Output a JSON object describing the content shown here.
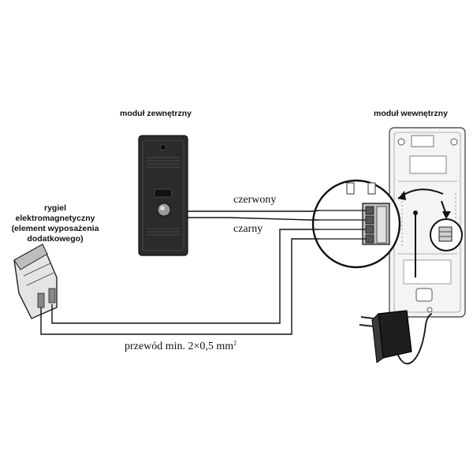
{
  "labels": {
    "outdoor_module": "moduł zewnętrzny",
    "indoor_module": "moduł wewnętrzny",
    "lock_line1": "rygiel",
    "lock_line2": "elektromagnetyczny",
    "lock_line3": "(element wyposażenia",
    "lock_line4": "dodatkowego)",
    "wire_red": "czerwony",
    "wire_black": "czarny",
    "cable_main": "przewód min. 2×0,5 mm",
    "cable_exp": "2"
  },
  "colors": {
    "ink": "#111111",
    "panel_dark": "#2b2b2b",
    "panel_body": "#f2f2f2",
    "paper": "#ffffff"
  },
  "icons": {
    "outdoor_panel": "intercom-outdoor-panel-icon",
    "indoor_unit": "intercom-handset-base-icon",
    "lock": "electromagnetic-lock-icon",
    "adapter": "power-adapter-icon",
    "terminal": "terminal-block-icon",
    "arrow": "curved-arrow-icon"
  }
}
